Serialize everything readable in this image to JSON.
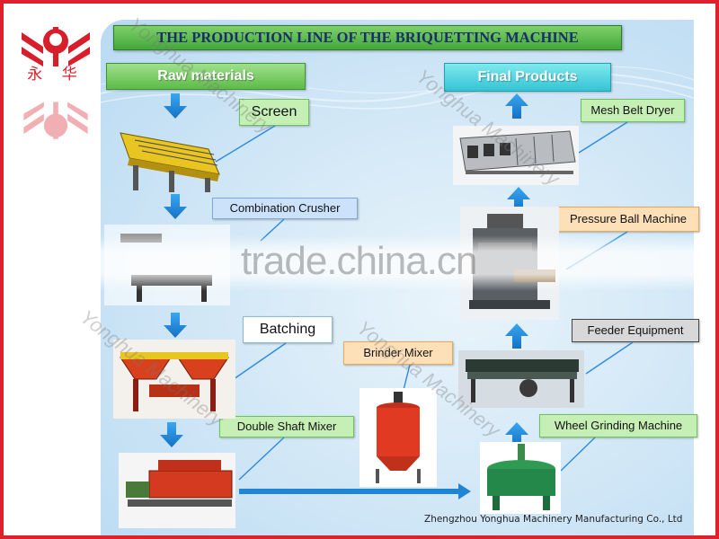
{
  "title": "THE PRODUCTION LINE OF THE BRIQUETTING MACHINE",
  "logo": {
    "text": "永 华"
  },
  "labels": {
    "raw_materials": "Raw materials",
    "final_products": "Final Products",
    "screen": "Screen",
    "combination_crusher": "Combination Crusher",
    "batching": "Batching",
    "double_shaft_mixer": "Double Shaft Mixer",
    "brinder_mixer": "Brinder Mixer",
    "wheel_grinding_machine": "Wheel Grinding Machine",
    "feeder_equipment": "Feeder Equipment",
    "pressure_ball_machine": "Pressure Ball Machine",
    "mesh_belt_dryer": "Mesh Belt Dryer"
  },
  "watermarks": {
    "site": "trade.china.cn",
    "brand": "Yonghua Machinery"
  },
  "footer": "Zhengzhou Yonghua Machinery Manufacturing Co., Ltd",
  "colors": {
    "frame": "#e0202a",
    "arrow": "#1f86d6",
    "title_bg": "#58b848",
    "title_text": "#1a2f66"
  }
}
